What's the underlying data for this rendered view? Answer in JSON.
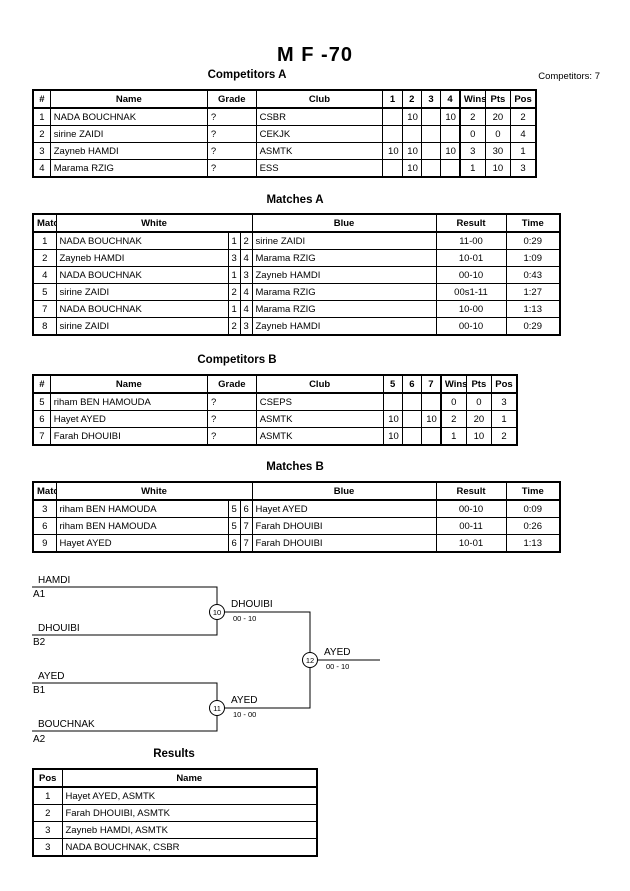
{
  "title": "M F -70",
  "competitors_count": "Competitors: 7",
  "competitors_a": {
    "heading": "Competitors A",
    "headers": [
      "#",
      "Name",
      "Grade",
      "Club",
      "1",
      "2",
      "3",
      "4",
      "Wins",
      "Pts",
      "Pos"
    ],
    "rows": [
      {
        "num": "1",
        "name": "NADA BOUCHNAK",
        "grade": "?",
        "club": "CSBR",
        "s1": "",
        "s2": "10",
        "s3": "",
        "s4": "10",
        "wins": "2",
        "pts": "20",
        "pos": "2"
      },
      {
        "num": "2",
        "name": "sirine ZAIDI",
        "grade": "?",
        "club": "CEKJK",
        "s1": "",
        "s2": "",
        "s3": "",
        "s4": "",
        "wins": "0",
        "pts": "0",
        "pos": "4"
      },
      {
        "num": "3",
        "name": "Zayneb HAMDI",
        "grade": "?",
        "club": "ASMTK",
        "s1": "10",
        "s2": "10",
        "s3": "",
        "s4": "10",
        "wins": "3",
        "pts": "30",
        "pos": "1"
      },
      {
        "num": "4",
        "name": "Marama RZIG",
        "grade": "?",
        "club": "ESS",
        "s1": "",
        "s2": "10",
        "s3": "",
        "s4": "",
        "wins": "1",
        "pts": "10",
        "pos": "3"
      }
    ]
  },
  "matches_a": {
    "heading": "Matches A",
    "headers": [
      "Match",
      "White",
      "Blue",
      "Result",
      "Time"
    ],
    "rows": [
      {
        "match": "1",
        "white": "NADA BOUCHNAK",
        "w": "1",
        "b": "2",
        "blue": "sirine ZAIDI",
        "result": "11-00",
        "time": "0:29"
      },
      {
        "match": "2",
        "white": "Zayneb HAMDI",
        "w": "3",
        "b": "4",
        "blue": "Marama RZIG",
        "result": "10-01",
        "time": "1:09"
      },
      {
        "match": "4",
        "white": "NADA BOUCHNAK",
        "w": "1",
        "b": "3",
        "blue": "Zayneb HAMDI",
        "result": "00-10",
        "time": "0:43"
      },
      {
        "match": "5",
        "white": "sirine ZAIDI",
        "w": "2",
        "b": "4",
        "blue": "Marama RZIG",
        "result": "00s1-11",
        "time": "1:27"
      },
      {
        "match": "7",
        "white": "NADA BOUCHNAK",
        "w": "1",
        "b": "4",
        "blue": "Marama RZIG",
        "result": "10-00",
        "time": "1:13"
      },
      {
        "match": "8",
        "white": "sirine ZAIDI",
        "w": "2",
        "b": "3",
        "blue": "Zayneb HAMDI",
        "result": "00-10",
        "time": "0:29"
      }
    ]
  },
  "competitors_b": {
    "heading": "Competitors B",
    "headers": [
      "#",
      "Name",
      "Grade",
      "Club",
      "5",
      "6",
      "7",
      "Wins",
      "Pts",
      "Pos"
    ],
    "rows": [
      {
        "num": "5",
        "name": "riham BEN HAMOUDA",
        "grade": "?",
        "club": "CSEPS",
        "s5": "",
        "s6": "",
        "s7": "",
        "wins": "0",
        "pts": "0",
        "pos": "3"
      },
      {
        "num": "6",
        "name": "Hayet AYED",
        "grade": "?",
        "club": "ASMTK",
        "s5": "10",
        "s6": "",
        "s7": "10",
        "wins": "2",
        "pts": "20",
        "pos": "1"
      },
      {
        "num": "7",
        "name": "Farah DHOUIBI",
        "grade": "?",
        "club": "ASMTK",
        "s5": "10",
        "s6": "",
        "s7": "",
        "wins": "1",
        "pts": "10",
        "pos": "2"
      }
    ]
  },
  "matches_b": {
    "heading": "Matches B",
    "headers": [
      "Match",
      "White",
      "Blue",
      "Result",
      "Time"
    ],
    "rows": [
      {
        "match": "3",
        "white": "riham BEN HAMOUDA",
        "w": "5",
        "b": "6",
        "blue": "Hayet AYED",
        "result": "00-10",
        "time": "0:09"
      },
      {
        "match": "6",
        "white": "riham BEN HAMOUDA",
        "w": "5",
        "b": "7",
        "blue": "Farah DHOUIBI",
        "result": "00-11",
        "time": "0:26"
      },
      {
        "match": "9",
        "white": "Hayet AYED",
        "w": "6",
        "b": "7",
        "blue": "Farah DHOUIBI",
        "result": "10-01",
        "time": "1:13"
      }
    ]
  },
  "bracket": {
    "p1": {
      "name": "HAMDI",
      "seed": "A1"
    },
    "p2": {
      "name": "DHOUIBI",
      "seed": "B2"
    },
    "p3": {
      "name": "AYED",
      "seed": "B1"
    },
    "p4": {
      "name": "BOUCHNAK",
      "seed": "A2"
    },
    "m10": {
      "num": "10",
      "winner": "DHOUIBI",
      "score": "00 - 10"
    },
    "m11": {
      "num": "11",
      "winner": "AYED",
      "score": "10 - 00"
    },
    "m12": {
      "num": "12",
      "winner": "AYED",
      "score": "00 - 10"
    }
  },
  "results": {
    "heading": "Results",
    "headers": [
      "Pos",
      "Name"
    ],
    "rows": [
      {
        "pos": "1",
        "name": "Hayet AYED, ASMTK"
      },
      {
        "pos": "2",
        "name": "Farah DHOUIBI, ASMTK"
      },
      {
        "pos": "3",
        "name": "Zayneb HAMDI, ASMTK"
      },
      {
        "pos": "3",
        "name": "NADA BOUCHNAK, CSBR"
      }
    ]
  }
}
